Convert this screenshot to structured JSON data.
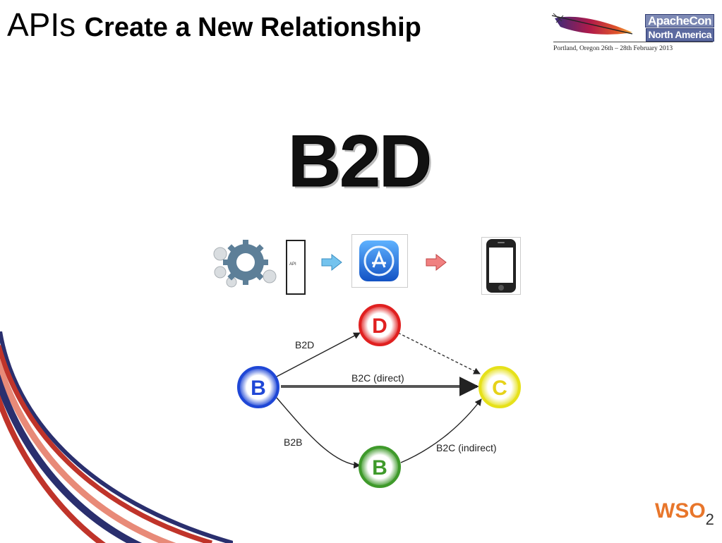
{
  "title": {
    "prefix": "APIs",
    "main": "Create a New Relationship"
  },
  "logo": {
    "line1": "ApacheCon",
    "line2": "North America",
    "subtitle": "Portland, Oregon 26th – 28th February 2013"
  },
  "headline": "B2D",
  "flow_icons": [
    "gears-icon",
    "api-panel-icon",
    "blue-arrow-icon",
    "app-store-icon",
    "red-arrow-icon",
    "phone-icon"
  ],
  "flow_api_label": "API",
  "graph": {
    "nodes": {
      "d": "D",
      "b_left": "B",
      "c": "C",
      "b_bottom": "B"
    },
    "edges": {
      "b2d": "B2D",
      "b2c_direct": "B2C (direct)",
      "b2b": "B2B",
      "b2c_indirect": "B2C (indirect)"
    },
    "colors": {
      "d": "#e02020",
      "b_left": "#1f47d6",
      "c": "#e6e11a",
      "b_bottom": "#3f9a2b"
    }
  },
  "footer_brand": {
    "text": "WSO",
    "sub": "2"
  }
}
